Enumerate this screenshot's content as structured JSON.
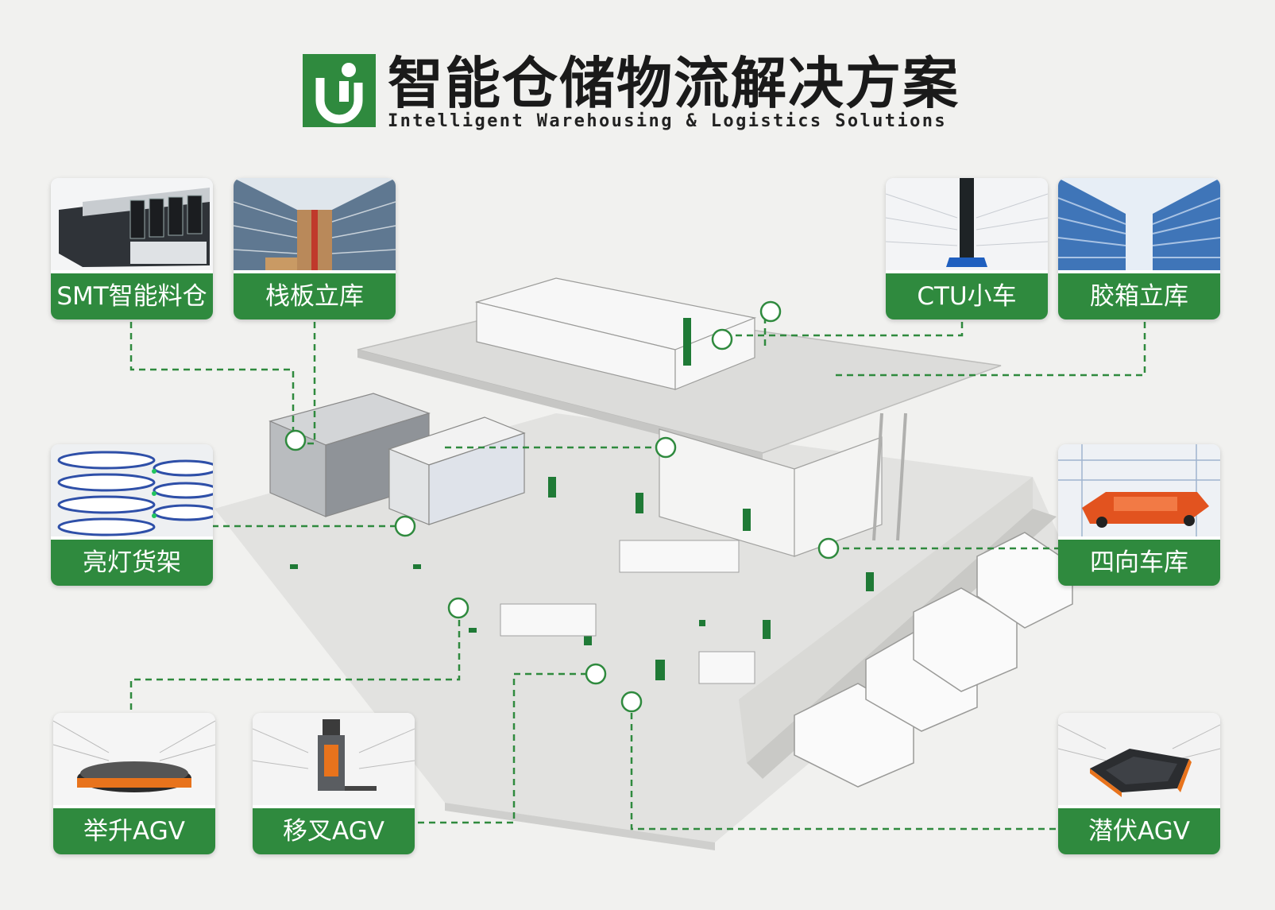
{
  "header": {
    "title": "智能仓储物流解决方案",
    "subtitle": "Intelligent Warehousing & Logistics Solutions",
    "logo_icon": "green-square-logo"
  },
  "colors": {
    "brand_green": "#2f8a3e",
    "background": "#f1f1ef",
    "connector_green": "#2f8a3e"
  },
  "cards": {
    "smt": {
      "label": "SMT智能料仓",
      "icon": "smt-storage-photo"
    },
    "pallet": {
      "label": "栈板立库",
      "icon": "pallet-warehouse-photo"
    },
    "ctu": {
      "label": "CTU小车",
      "icon": "ctu-robot-photo"
    },
    "tote": {
      "label": "胶箱立库",
      "icon": "tote-warehouse-photo"
    },
    "light": {
      "label": "亮灯货架",
      "icon": "light-shelf-photo"
    },
    "shuttle": {
      "label": "四向车库",
      "icon": "four-way-shuttle-photo"
    },
    "lift": {
      "label": "举升AGV",
      "icon": "lift-agv-photo"
    },
    "forklift": {
      "label": "移叉AGV",
      "icon": "forklift-agv-photo"
    },
    "latent": {
      "label": "潜伏AGV",
      "icon": "latent-agv-photo"
    }
  }
}
